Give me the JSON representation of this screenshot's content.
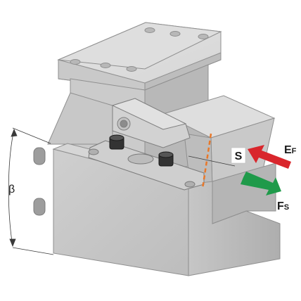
{
  "labels": {
    "angle": "β",
    "gap": "S",
    "force_e_main": "E",
    "force_e_sub": "F",
    "force_s_main": "F",
    "force_s_sub": "S"
  },
  "colors": {
    "gap_line": "#e8782a",
    "gap_label": "#e8782a",
    "arrow_e": "#d9262c",
    "arrow_s": "#1f9a4a",
    "metal_light": "#d9d9d9",
    "metal_mid": "#c4c4c4",
    "metal_dark": "#a9a9a9"
  },
  "icons": {
    "arrow_e": "arrow-left-icon",
    "arrow_s": "arrow-right-icon"
  }
}
